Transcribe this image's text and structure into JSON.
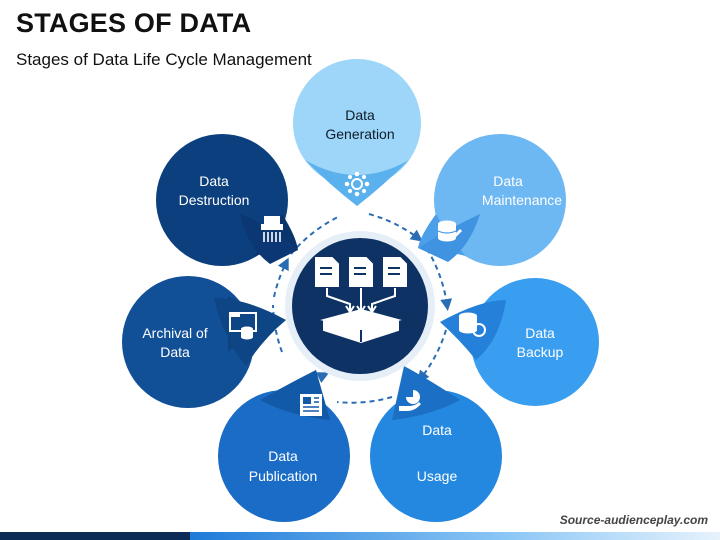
{
  "header": {
    "title": "STAGES OF DATA",
    "subtitle": "Stages of Data Life Cycle Management"
  },
  "stages": [
    {
      "id": "generation",
      "line1": "Data",
      "line2": "Generation",
      "icon": "network-gear-icon",
      "color": "#8fcff7"
    },
    {
      "id": "maintenance",
      "line1": "Data",
      "line2": "Maintenance",
      "icon": "database-wrench-icon",
      "color": "#5aaaf0"
    },
    {
      "id": "backup",
      "line1": "Data",
      "line2": "Backup",
      "icon": "database-refresh-icon",
      "color": "#2d95ec"
    },
    {
      "id": "usage",
      "line1": "Data",
      "line2": "Usage",
      "icon": "hand-pie-chart-icon",
      "color": "#1f7fdc"
    },
    {
      "id": "publication",
      "line1": "Data",
      "line2": "Publication",
      "icon": "newspaper-icon",
      "color": "#1565c0"
    },
    {
      "id": "archival",
      "line1": "Archival of",
      "line2": "Data",
      "icon": "folder-database-icon",
      "color": "#0f4f97"
    },
    {
      "id": "destruction",
      "line1": "Data",
      "line2": "Destruction",
      "icon": "shredder-icon",
      "color": "#0c3f7d"
    }
  ],
  "center": {
    "icon": "documents-to-box-icon",
    "color": "#0d3263"
  },
  "footer": {
    "source": "Source-audienceplay.com"
  }
}
